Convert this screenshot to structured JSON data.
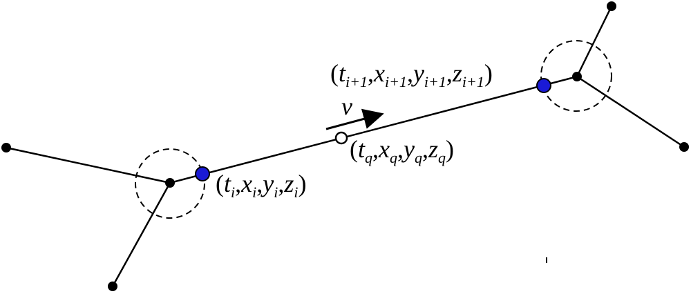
{
  "colors": {
    "line": "#000000",
    "node": "#000000",
    "endpoint": "#1a1ad6",
    "background": "#ffffff"
  },
  "labels": {
    "start_point": {
      "t": "t",
      "x": "x",
      "y": "y",
      "z": "z",
      "sub": "i",
      "open": "(",
      "close": ")",
      "sep": ","
    },
    "end_point": {
      "t": "t",
      "x": "x",
      "y": "y",
      "z": "z",
      "sub": "i+1",
      "open": "(",
      "close": ")",
      "sep": ","
    },
    "query_point": {
      "t": "t",
      "x": "x",
      "y": "y",
      "z": "z",
      "sub": "q",
      "open": "(",
      "close": ")",
      "sep": ","
    },
    "velocity": "v"
  }
}
